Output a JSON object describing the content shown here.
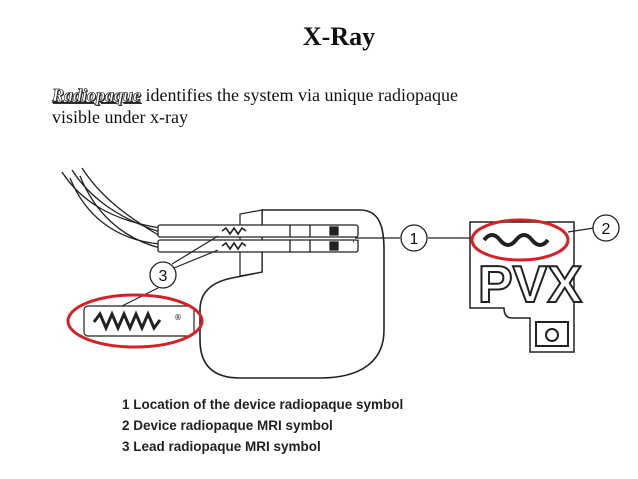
{
  "title": "X-Ray",
  "intro": {
    "keyword": "Radiopaque",
    "text": " identifies the system via unique radiopaque visible under x-ray"
  },
  "callouts": [
    "1",
    "2",
    "3"
  ],
  "pvx": "PVX",
  "legend": [
    "1 Location of the device radiopaque symbol",
    "2 Device radiopaque MRI symbol",
    "3 Lead radiopaque MRI symbol"
  ],
  "colors": {
    "highlight_circle": "#d62027",
    "ink": "#222222"
  }
}
